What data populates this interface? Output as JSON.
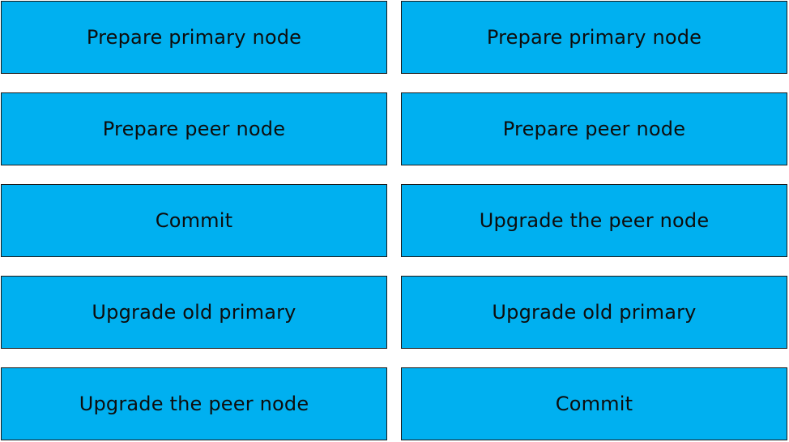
{
  "columns": [
    {
      "steps": [
        {
          "label": "Prepare primary node"
        },
        {
          "label": "Prepare peer node"
        },
        {
          "label": "Commit"
        },
        {
          "label": "Upgrade old primary"
        },
        {
          "label": "Upgrade the peer node"
        }
      ]
    },
    {
      "steps": [
        {
          "label": "Prepare primary node"
        },
        {
          "label": "Prepare peer node"
        },
        {
          "label": "Upgrade the peer node"
        },
        {
          "label": "Upgrade old primary"
        },
        {
          "label": "Commit"
        }
      ]
    }
  ],
  "colors": {
    "box_fill": "#00b0f0",
    "box_border": "#1a1a1a",
    "text": "#0d0d0d"
  }
}
